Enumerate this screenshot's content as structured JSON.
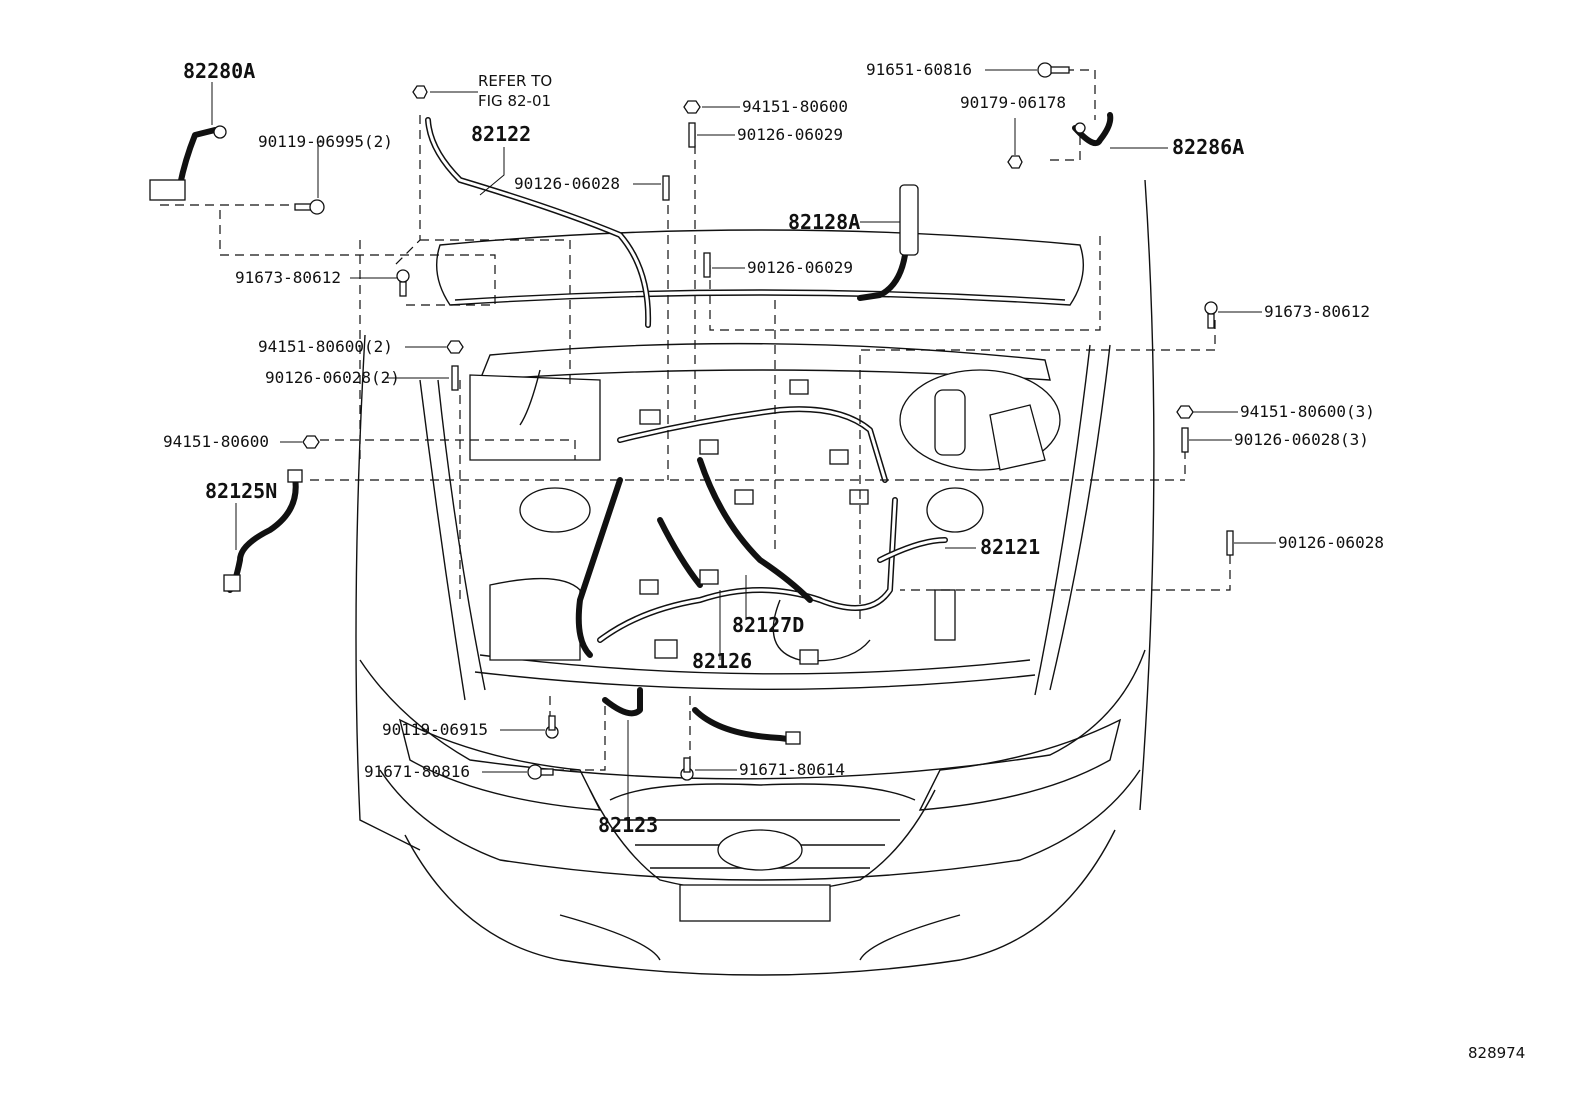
{
  "figure_id": "828974",
  "refer_note": [
    "REFER TO",
    "FIG 82-01"
  ],
  "part_numbers": [
    "82280A",
    "82122",
    "82286A",
    "82128A",
    "82125N",
    "82121",
    "82127D",
    "82126",
    "82123"
  ],
  "fasteners": [
    "90119-06995(2)",
    "91673-80612",
    "94151-80600(2)",
    "90126-06028(2)",
    "94151-80600",
    "90126-06028",
    "94151-80600",
    "90126-06029",
    "90126-06029",
    "91651-60816",
    "90179-06178",
    "91673-80612",
    "94151-80600(3)",
    "90126-06028(3)",
    "90126-06028",
    "90119-06915",
    "91671-80816",
    "91671-80614"
  ]
}
